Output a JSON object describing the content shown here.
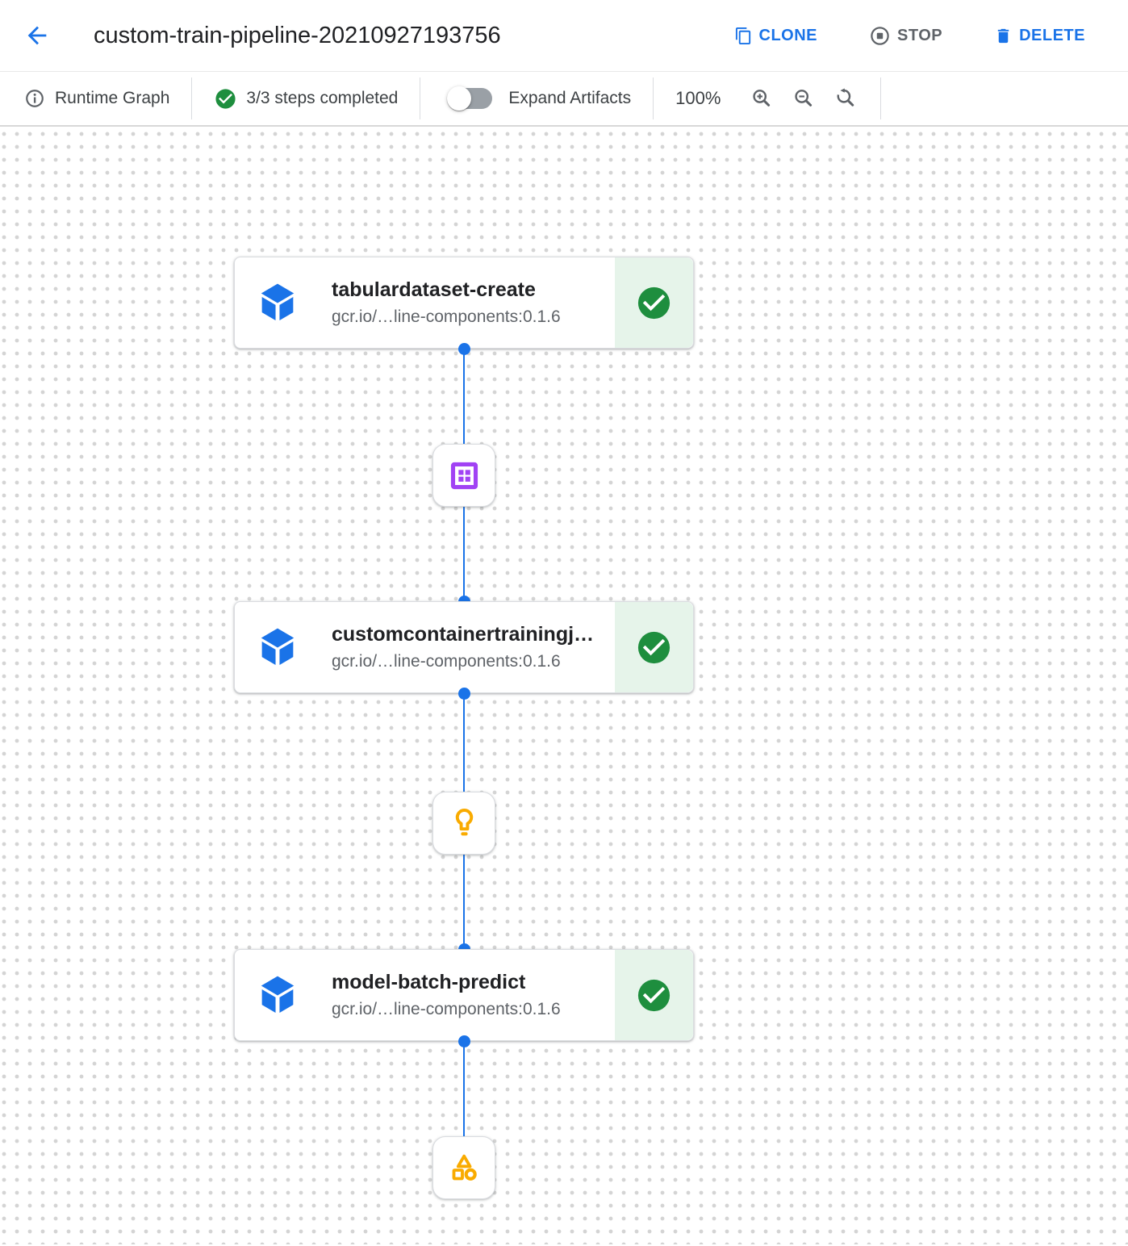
{
  "header": {
    "title": "custom-train-pipeline-20210927193756",
    "clone_label": "CLONE",
    "stop_label": "STOP",
    "delete_label": "DELETE"
  },
  "toolbar": {
    "view_label": "Runtime Graph",
    "steps_status": "3/3 steps completed",
    "expand_artifacts_label": "Expand Artifacts",
    "expand_artifacts_state": "off",
    "zoom_level": "100%"
  },
  "graph": {
    "steps": [
      {
        "title": "tabulardataset-create",
        "subtitle": "gcr.io/…line-components:0.1.6",
        "status": "completed"
      },
      {
        "title": "customcontainertrainingj…",
        "subtitle": "gcr.io/…line-components:0.1.6",
        "status": "completed"
      },
      {
        "title": "model-batch-predict",
        "subtitle": "gcr.io/…line-components:0.1.6",
        "status": "completed"
      }
    ],
    "artifacts": [
      {
        "icon": "dataset-icon"
      },
      {
        "icon": "model-icon"
      },
      {
        "icon": "generic-artifact-icon"
      }
    ]
  },
  "icons": {
    "back": "arrow-left",
    "clone": "copy-pages",
    "stop": "stop-circle",
    "delete": "trash",
    "info": "info-circle",
    "status": "check-circle",
    "zoom_in": "magnifier-plus",
    "zoom_out": "magnifier-minus",
    "zoom_reset": "magnifier-reset-arrow",
    "step": "blue-cube",
    "dataset": "purple-grid-square",
    "model": "orange-lightbulb",
    "artifact": "orange-triangle-square-circle"
  },
  "colors": {
    "accent_blue": "#1a73e8",
    "success_green": "#1e8e3e",
    "success_bg": "#e6f4ea",
    "gray_icon": "#5f6368",
    "dataset_purple": "#a142f4",
    "artifact_orange": "#f9ab00"
  }
}
